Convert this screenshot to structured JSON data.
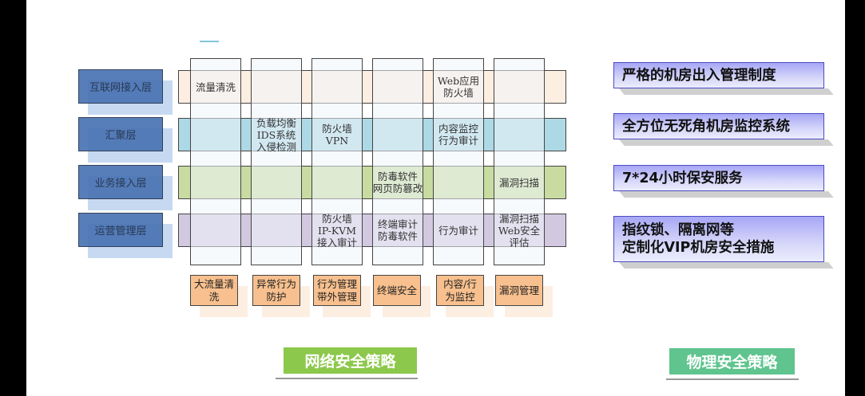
{
  "slide": {
    "layers": [
      {
        "label": "互联网接入层"
      },
      {
        "label": "汇聚层"
      },
      {
        "label": "业务接入层"
      },
      {
        "label": "运营管理层"
      }
    ],
    "cells": [
      [
        "流量清洗",
        "",
        "",
        "",
        "Web应用防火墙",
        ""
      ],
      [
        "",
        "负载均衡\nIDS系统\n入侵检测",
        "防火墙\nVPN",
        "",
        "内容监控\n行为审计",
        ""
      ],
      [
        "",
        "",
        "",
        "防毒软件\n网页防篡改",
        "",
        "漏洞扫描"
      ],
      [
        "",
        "",
        "防火墙\nIP-KVM\n接入审计",
        "终端审计\n防毒软件",
        "行为审计",
        "漏洞扫描\nWeb安全评估"
      ]
    ],
    "categories": [
      {
        "label": "大流量清洗"
      },
      {
        "label": "异常行为防护"
      },
      {
        "label": "行为管理带外管理"
      },
      {
        "label": "终端安全"
      },
      {
        "label": "内容/行为监控"
      },
      {
        "label": "漏洞管理"
      }
    ],
    "physical_measures": [
      {
        "label": "严格的机房出入管理制度"
      },
      {
        "label": "全方位无死角机房监控系统"
      },
      {
        "label": "7*24小时保安服务"
      },
      {
        "label": "指纹锁、隔离网等\n定制化VIP机房安全措施"
      }
    ],
    "network_strategy_label": "网络安全策略",
    "physical_strategy_label": "物理安全策略",
    "colors": {
      "layer_label": "#4a74b4",
      "row_internet": "#fdeee2",
      "row_aggregation": "#add8e5",
      "row_business": "#c8dba0",
      "row_ops": "#d2c8e0",
      "category_box": "#f8c08e",
      "physical_box": "#a7a7f6",
      "network_strategy": "#8cc84b",
      "physical_strategy": "#5fc48e"
    }
  }
}
